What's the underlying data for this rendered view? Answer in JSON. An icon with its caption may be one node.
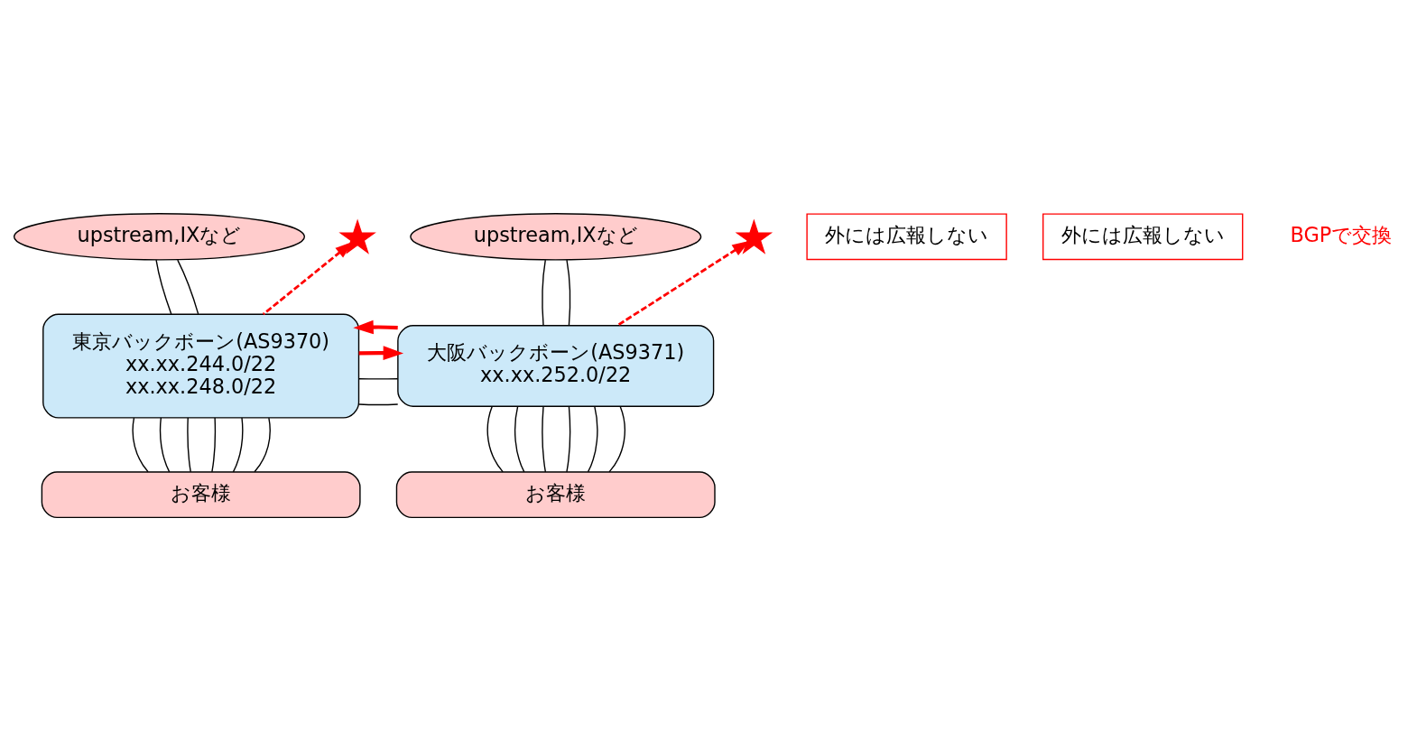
{
  "diagram": {
    "nodes": [
      {
        "text": [
          "upstream,IXなど"
        ]
      },
      {
        "text": [
          "upstream,IXなど"
        ]
      },
      {
        "text": [
          "外には広報しない"
        ]
      },
      {
        "text": [
          "外には広報しない"
        ]
      },
      {
        "text": [
          "東京バックボーン(AS9370)",
          "xx.xx.244.0/22",
          "xx.xx.248.0/22"
        ]
      },
      {
        "text": [
          "大阪バックボーン(AS9371)",
          "xx.xx.252.0/22"
        ]
      },
      {
        "text": [
          "お客様"
        ]
      },
      {
        "text": [
          "お客様"
        ]
      },
      {
        "text": [],
        "shape": "cross"
      },
      {
        "text": [],
        "shape": "cross"
      }
    ],
    "edges": [
      {
        "from": 0,
        "to": 4,
        "arrow": "none"
      },
      {
        "from": 0,
        "to": 4,
        "arrow": "none"
      },
      {
        "from": 1,
        "to": 5,
        "arrow": "none"
      },
      {
        "from": 1,
        "to": 5,
        "arrow": "none"
      },
      {
        "from": 4,
        "to": 8,
        "arrow": "to",
        "style": "dashed",
        "color": "#ff0000"
      },
      {
        "from": 5,
        "to": 9,
        "arrow": "to",
        "style": "dashed",
        "color": "#ff0000"
      },
      {
        "from": 4,
        "to": 5,
        "arrow": "none"
      },
      {
        "from": 4,
        "to": 5,
        "arrow": "none"
      },
      {
        "from": 4,
        "to": 5,
        "arrow": "to",
        "style": "thick",
        "color": "#ff0000"
      },
      {
        "from": 5,
        "to": 4,
        "arrow": "to",
        "style": "thick",
        "color": "#ff0000"
      },
      {
        "from": 4,
        "to": 6,
        "arrow": "none"
      },
      {
        "from": 4,
        "to": 6,
        "arrow": "none"
      },
      {
        "from": 4,
        "to": 6,
        "arrow": "none"
      },
      {
        "from": 4,
        "to": 6,
        "arrow": "none"
      },
      {
        "from": 4,
        "to": 6,
        "arrow": "none"
      },
      {
        "from": 4,
        "to": 6,
        "arrow": "none"
      },
      {
        "from": 5,
        "to": 7,
        "arrow": "none"
      },
      {
        "from": 5,
        "to": 7,
        "arrow": "none"
      },
      {
        "from": 5,
        "to": 7,
        "arrow": "none"
      },
      {
        "from": 5,
        "to": 7,
        "arrow": "none"
      },
      {
        "from": 5,
        "to": 7,
        "arrow": "none"
      },
      {
        "from": 5,
        "to": 7,
        "arrow": "none"
      }
    ],
    "labels": [
      "BGPで交換"
    ]
  }
}
